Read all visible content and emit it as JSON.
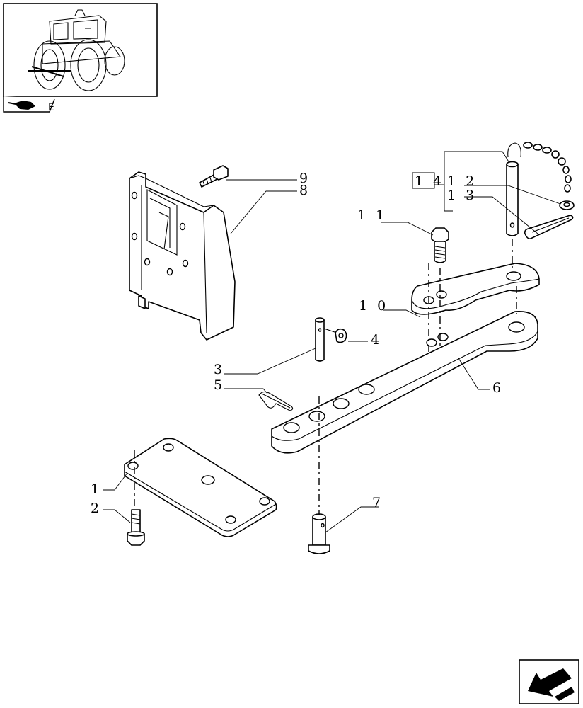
{
  "callouts": {
    "c1": "1",
    "c2": "2",
    "c3": "3",
    "c4": "4",
    "c5": "5",
    "c6": "6",
    "c7": "7",
    "c8": "8",
    "c9": "9",
    "c10": "1 0",
    "c11": "1 1",
    "c12": "1 2",
    "c13": "1 3",
    "c14": "1 4"
  },
  "nav": {
    "corner_mark": "E",
    "thumbnail_icon": "tractor-thumbnail-icon",
    "back_icon": "hand-pointer-left-icon",
    "next_icon": "arrow-down-left-icon"
  },
  "colors": {
    "line": "#000000",
    "background": "#ffffff"
  }
}
